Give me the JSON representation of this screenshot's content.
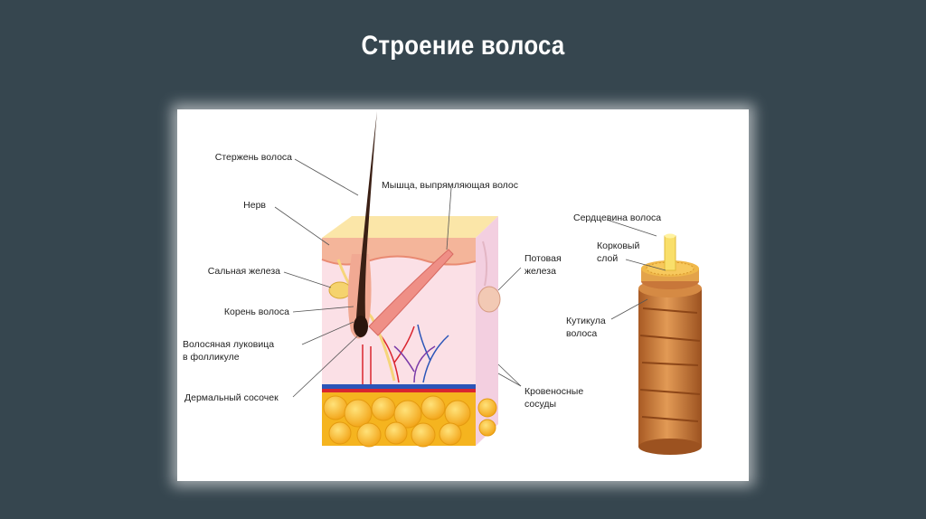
{
  "title": "Строение волоса",
  "labels": {
    "shaft": "Стержень волоса",
    "nerve": "Нерв",
    "sebaceous": "Сальная железа",
    "root": "Корень волоса",
    "bulb": "Волосяная луковица\nв  фолликуле",
    "papilla": "Дермальный сосочек",
    "muscle": "Мышца, выпрямляющая волос",
    "sweat": "Потовая\nжелеза",
    "vessels": "Кровеносные\nсосуды",
    "medulla": "Сердцевина волоса",
    "cortex": "Корковый\nслой",
    "cuticle": "Кутикула\nволоса"
  },
  "colors": {
    "background": "#36464f",
    "hair": "#3a1f14",
    "skin": "#f7c9b8",
    "dermis": "#fbe0e6",
    "fat": "#f7b320",
    "vessel_red": "#d9252f",
    "vessel_blue": "#2b55b8",
    "cuticle": "#c8773a"
  }
}
